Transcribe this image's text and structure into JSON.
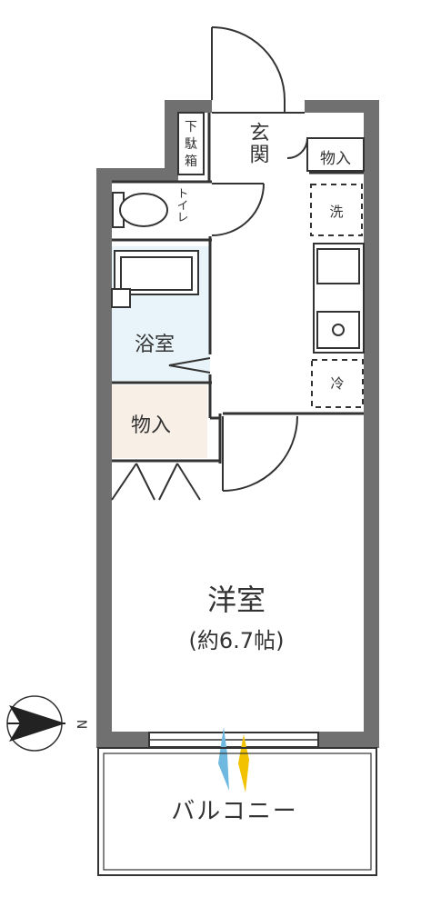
{
  "rooms": {
    "entrance": "玄関",
    "shoe_box_chars": [
      "下",
      "駄",
      "箱"
    ],
    "storage_entrance": "物入",
    "toilet": "トイレ",
    "washer": "洗",
    "bathroom": "浴室",
    "fridge": "冷",
    "storage_closet": "物入",
    "western_room": "洋室",
    "western_room_size": "(約6.7帖)",
    "balcony": "バルコニー"
  },
  "compass": {
    "direction": "N"
  },
  "colors": {
    "wall": "#707070",
    "line": "#333333",
    "bath_fill": "#e8f4fa",
    "storage_fill": "#f8efe6",
    "window_blue": "#6fb8e0",
    "window_yellow": "#f2c200"
  }
}
